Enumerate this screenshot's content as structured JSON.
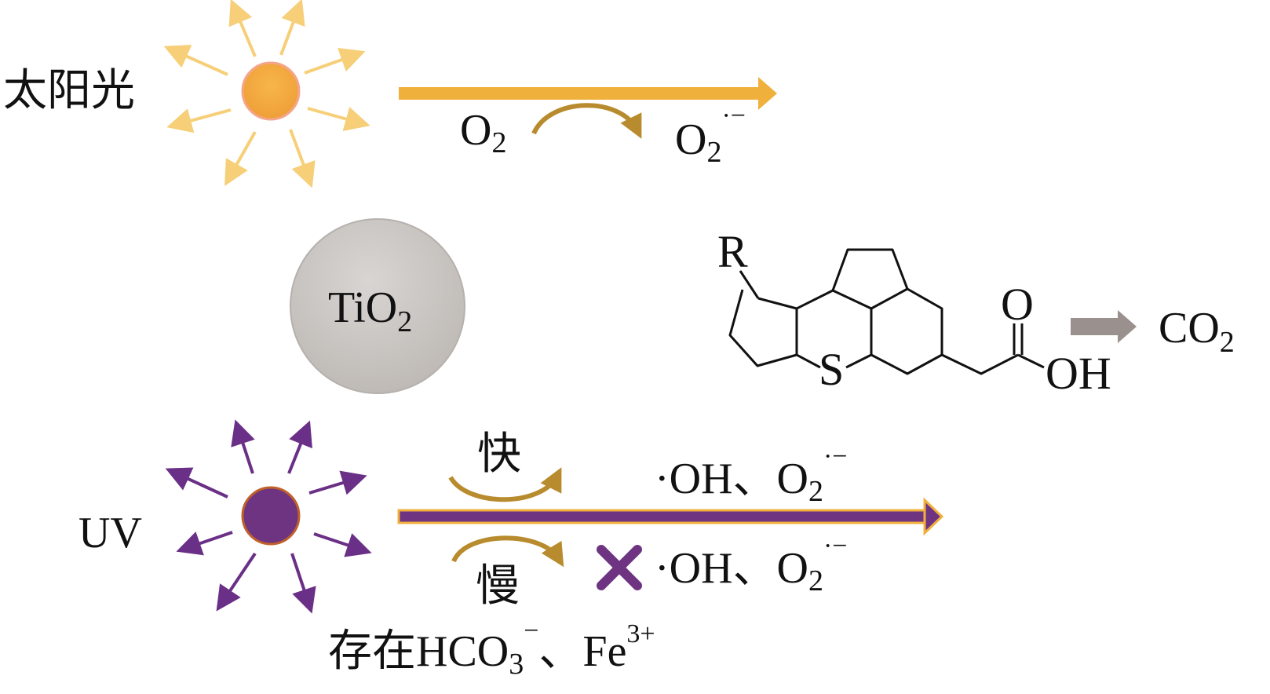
{
  "colors": {
    "sun_ray": "#f6cf78",
    "sun_core": "#f2ac3e",
    "sun_rim": "#f4a58c",
    "uv_ray": "#6a2f86",
    "uv_core": "#6e3482",
    "orange_arrow": "#f0b03c",
    "purple_arrow": "#6e3482",
    "curve_gold": "#b88c2e",
    "tio2_fill": "#c8c4c1",
    "gray_arrow": "#9a918e",
    "cross": "#6e3482"
  },
  "icons": {
    "sunlight": "sun-icon",
    "uv": "uv-source-icon",
    "cross": "cross-mark-icon"
  },
  "labels": {
    "sunlight": "太阳光",
    "uv": "UV",
    "tio2_main": "TiO",
    "tio2_sub": "2",
    "o2_left_main": "O",
    "o2_left_sub": "2",
    "o2_right_main": "O",
    "o2_right_sub": "2",
    "radical_sup": "·−",
    "fast": "快",
    "slow": "慢",
    "fast_products_pre": "·OH、O",
    "fast_products_sub": "2",
    "slow_products_pre": "·OH、O",
    "slow_products_sub": "2",
    "condition_pre": "存在HCO",
    "condition_sub": "3",
    "condition_sup1": "−",
    "condition_mid": "、Fe",
    "condition_sup2": "3+",
    "co2_main": "CO",
    "co2_sub": "2"
  },
  "molecule": {
    "r_group": "R",
    "sulfur": "S",
    "carbonyl_o": "O",
    "hydroxyl": "OH"
  }
}
